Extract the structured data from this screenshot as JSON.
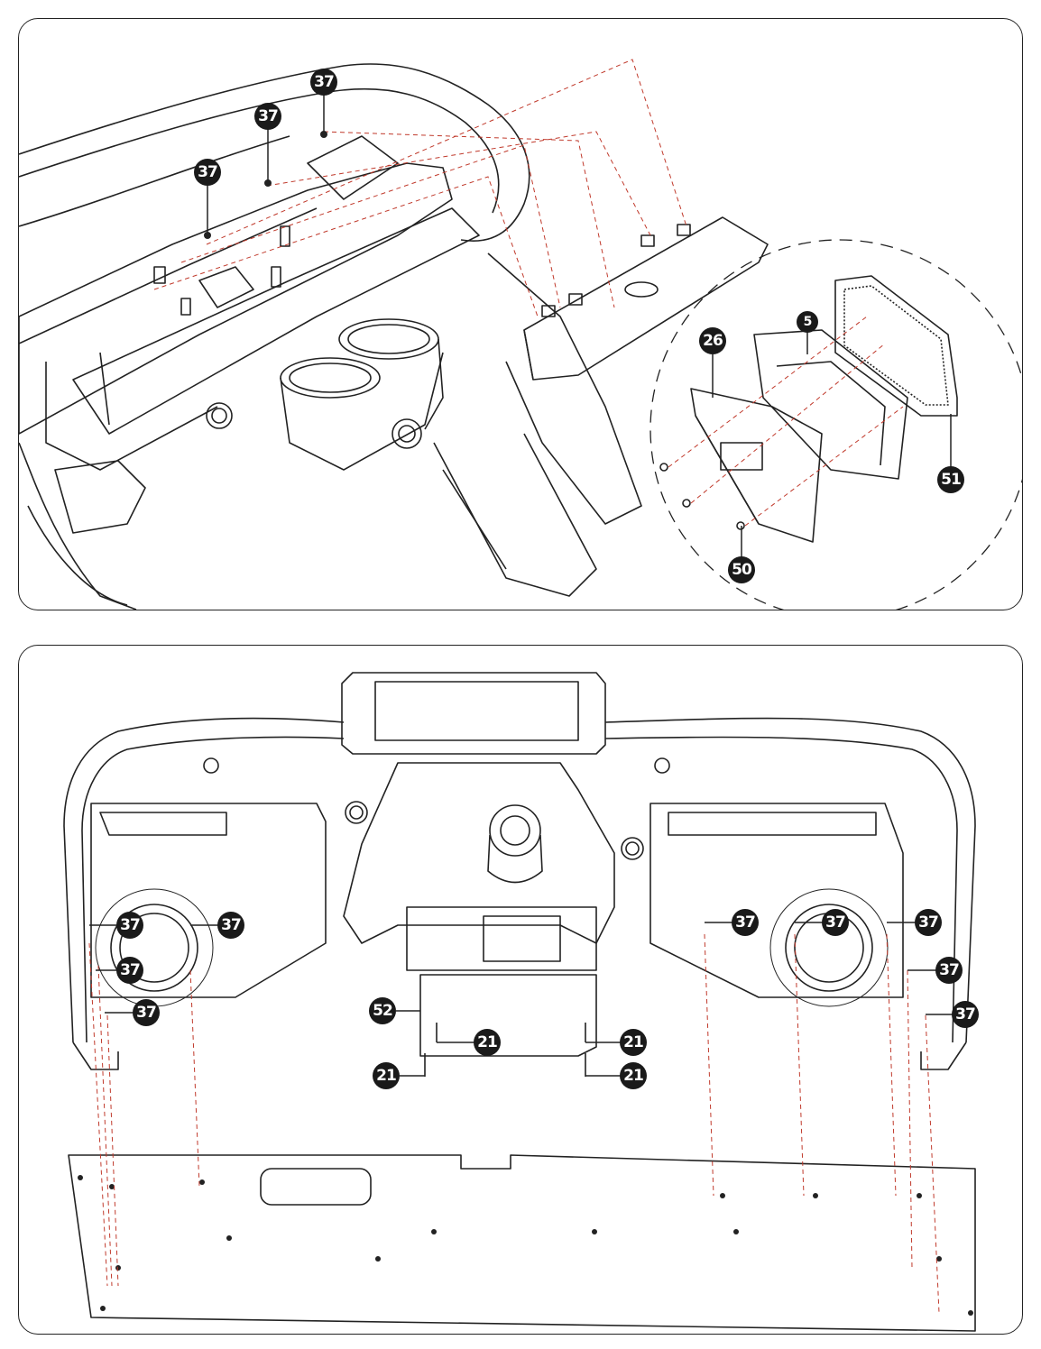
{
  "colors": {
    "line": "#222222",
    "leader": "#c0392b",
    "callout_bg": "#1a1a1a",
    "callout_fg": "#ffffff"
  },
  "top_panel": {
    "callouts": {
      "c37a": "37",
      "c37b": "37",
      "c37c": "37",
      "c26": "26",
      "c5": "5",
      "c51": "51",
      "c50": "50"
    }
  },
  "bottom_panel": {
    "callouts": {
      "c37l1": "37",
      "c37l2": "37",
      "c37l3": "37",
      "c37l4": "37",
      "c37r1": "37",
      "c37r2": "37",
      "c37r3": "37",
      "c37r4": "37",
      "c37r5": "37",
      "c52": "52",
      "c21a": "21",
      "c21b": "21",
      "c21c": "21",
      "c21d": "21"
    }
  }
}
